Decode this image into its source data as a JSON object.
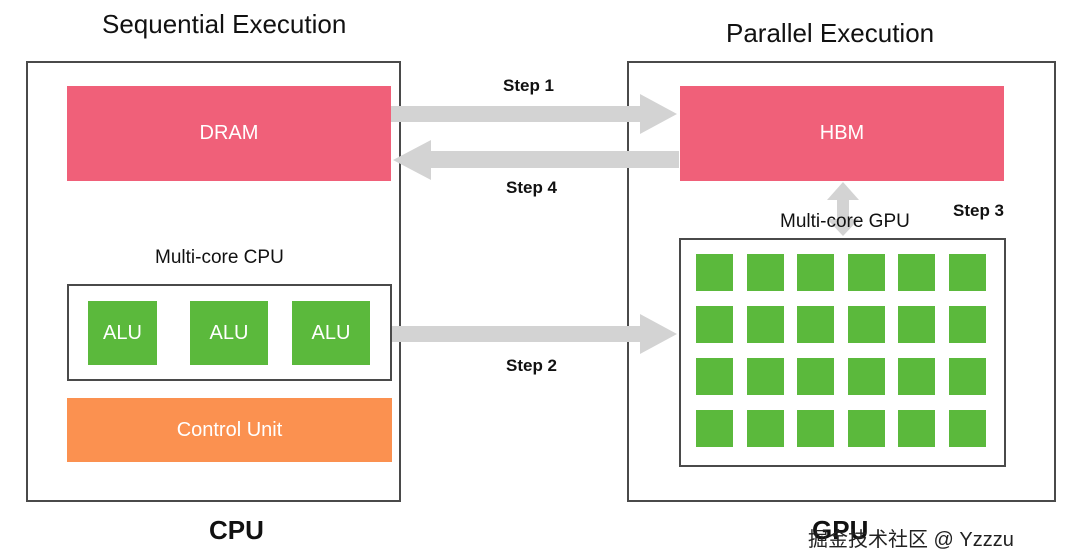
{
  "left": {
    "title": "Sequential Execution",
    "dram": "DRAM",
    "cpu_label": "Multi-core CPU",
    "alus": [
      "ALU",
      "ALU",
      "ALU"
    ],
    "control_unit": "Control Unit",
    "caption": "CPU"
  },
  "right": {
    "title": "Parallel Execution",
    "hbm": "HBM",
    "gpu_label": "Multi-core GPU",
    "caption": "GPU",
    "grid": {
      "rows": 4,
      "cols": 6
    }
  },
  "steps": {
    "step1": "Step 1",
    "step2": "Step 2",
    "step3": "Step 3",
    "step4": "Step 4"
  },
  "watermark": "掘金技术社区 @ Yzzzu",
  "colors": {
    "memory": "#f06079",
    "compute": "#5bb93c",
    "control": "#fb9150",
    "arrow": "#d3d3d3"
  }
}
